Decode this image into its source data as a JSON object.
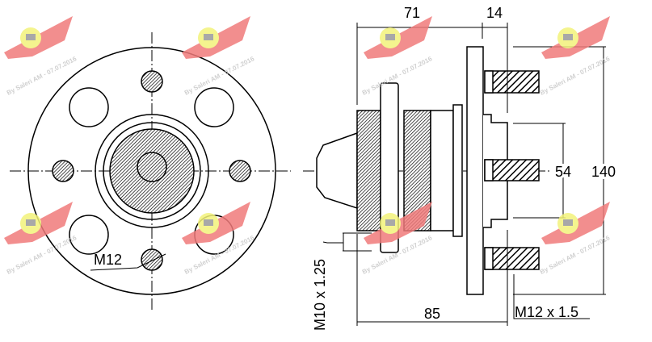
{
  "drawing": {
    "front_view": {
      "thread_label": "M12"
    },
    "side_view": {
      "dim_total_length": "85",
      "dim_body_length": "71",
      "dim_flange_width": "14",
      "dim_pilot_diameter": "54",
      "dim_flange_diameter": "140",
      "thread_abs_sensor": "M10 x 1.25",
      "thread_studs": "M12 x 1.5"
    },
    "watermark": {
      "text": "By Saleri AM - 07.07.2016"
    }
  },
  "colors": {
    "line": "#000000",
    "logo_wing": "#f07070",
    "logo_circle": "#f0f070"
  }
}
